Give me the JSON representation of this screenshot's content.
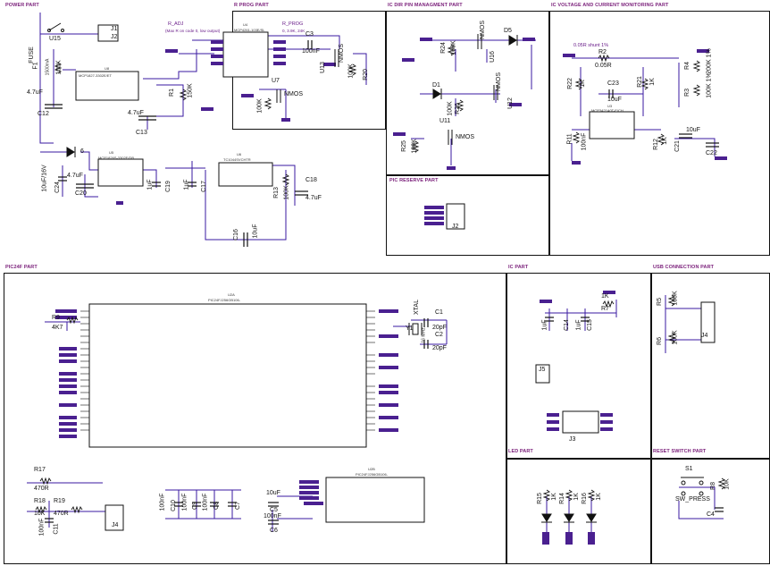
{
  "sections": {
    "power": "POWER PART",
    "rprog": "R PROG PART",
    "icdir": "IC DIR PIN MANAGMENT PART",
    "icvolt": "IC VOLTAGE AND CURRENT MONITORING PART",
    "picreserve": "PIC RESERVE PART",
    "pic24": "PIC24F PART",
    "ic": "IC PART",
    "usb": "USB CONNECTION PART",
    "led": "LED PART",
    "reset": "RESET SWITCH PART"
  },
  "power": {
    "u15": "U15",
    "j1": "J1",
    "j2": "J2",
    "f1": "F1",
    "fuse": "FUSE",
    "fuse_val": "1500mA",
    "u8": "U8",
    "u8_part": "MCP1827-3302E/ET",
    "c12": "C12",
    "c12_val": "4.7uF",
    "r_100k": "100K",
    "r1": "R1",
    "r1_val": "150K",
    "c13": "C13",
    "c13_val": "4.7uF",
    "c20": "C20",
    "c20_val": "4.7uF",
    "c24": "C24",
    "c24_val": "10uF/16V",
    "u5": "U5",
    "u5_part": "MCP1826S-3302E/DB",
    "c19": "C19",
    "c19_val": "1uF",
    "u6": "U6",
    "u6_part": "TC1044SVCHTR",
    "c17": "C17",
    "c17_val": "1uF",
    "r13": "R13",
    "r13_val": "100K",
    "c18": "C18",
    "c18_val": "4.7uF",
    "c16": "C16",
    "c16_val": "10uF",
    "d1": "6"
  },
  "rprog": {
    "r_adj": "R_ADJ",
    "note": "(Max R on code 0, low output)",
    "u4": "U4",
    "u4_part": "MCP4261-103E/SL",
    "r_prog": "R_PROG",
    "r_prog_note": "0, 3.9K, 24K",
    "c3": "C3",
    "c3_val": "100nF",
    "u13": "U13",
    "nmos1": "NMOS",
    "r20": "R20",
    "r20_val": "100K",
    "u7": "U7",
    "nmos2": "NMOS",
    "r_100k": "100K"
  },
  "icdir": {
    "r24": "R24",
    "r24_val": "100K",
    "u16": "U16",
    "d5": "D5",
    "nmos": "NMOS",
    "d1": "D1",
    "r26": "R26",
    "r26_val": "100K",
    "nmos2": "NMOS",
    "u12": "U12",
    "u11": "U11",
    "r25": "R25",
    "r25_val": "100K",
    "nmos3": "NMOS"
  },
  "icvolt": {
    "shunt": "0.05R shunt 1%",
    "r2": "R2",
    "r2_val": "0.05R",
    "r4": "R4",
    "r4_val": "200K 1%",
    "r22": "R22",
    "r22_val": "1K",
    "r21": "R21",
    "r21_val": "1K",
    "c23": "C23",
    "c23_val": "10uF",
    "r3": "R3",
    "r3_val": "100K 1%",
    "u3": "U3",
    "u3_part": "MCP3421A0T-E/CH",
    "r11": "R11",
    "r11_val": "100nF",
    "r12": "R12",
    "r12_val": "1K",
    "c21": "C21",
    "c21_val": "10uF",
    "c22": "C22"
  },
  "picreserve": {
    "j2": "J2"
  },
  "pic24": {
    "u2a": "U2A",
    "u2a_part": "PIC24FJ256GB106-",
    "r9": "R9",
    "r9_val": "4K7",
    "y1": "Y1",
    "xtal": "XTAL",
    "mhz": "16 MHz",
    "c1": "C1",
    "c1_val": "20pF",
    "c2": "C2",
    "c2_val": "20pF",
    "r17": "R17",
    "r17_val": "470R",
    "r18": "R18",
    "r18_val": "10K",
    "r19": "R19",
    "r19_val": "470R",
    "c11": "C11",
    "c11_val": "100nF",
    "j4": "J4",
    "c10": "C10",
    "c10_val": "100nF",
    "c9": "C9",
    "c9_val": "100nF",
    "c8": "C8",
    "c8_val": "100nF",
    "c7": "C7",
    "c5": "C5",
    "c5_val": "10uF",
    "c6": "C6",
    "c6_val": "100nF",
    "u2b": "U2B",
    "u2b_part": "PIC24FJ256GB106-"
  },
  "ic": {
    "r7": "R7",
    "r7_val": "1K",
    "c14": "C14",
    "c14_val": "1uF",
    "c15": "C15",
    "c15_val": "1uF",
    "j3": "J3",
    "j5": "J5"
  },
  "usb": {
    "r5": "R5",
    "r5_val": "100K",
    "r6": "R6",
    "r6_val": "100K",
    "j4": "J4"
  },
  "led": {
    "r15": "R15",
    "r15_val": "1K",
    "r14": "R14",
    "r14_val": "1K",
    "r16": "R16",
    "r16_val": "1K"
  },
  "reset": {
    "s1": "S1",
    "sw": "SW_PRESS",
    "r8": "R8",
    "r8_val": "10K",
    "c4": "C4"
  }
}
